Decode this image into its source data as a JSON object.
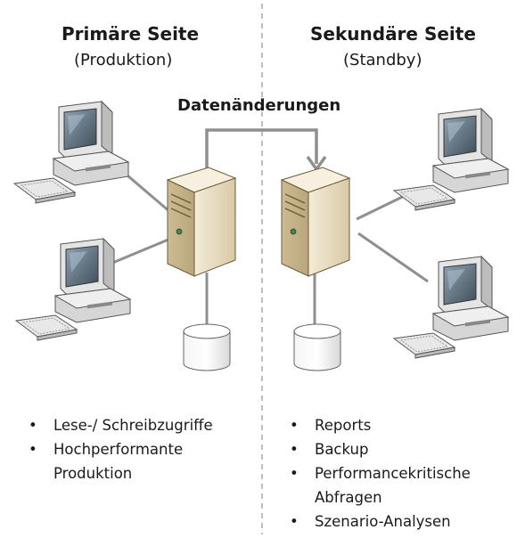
{
  "primary": {
    "title": "Primäre Seite",
    "subtitle": "(Produktion)",
    "bullets": [
      "Lese-/ Schreibzugriffe",
      "Hochperformante",
      "Produktion"
    ]
  },
  "secondary": {
    "title": "Sekundäre Seite",
    "subtitle": "(Standby)",
    "bullets": [
      "Reports",
      "Backup",
      "Performancekritische",
      "Abfragen",
      "Szenario-Analysen"
    ]
  },
  "arrow_label": "Datenänderungen",
  "colors": {
    "line": "#8f8f8f",
    "divider": "#9a9a9a",
    "server": "#e8dcc2",
    "monitor_case": "#dcdcdc",
    "screen": "#5f6f7c",
    "disk": "#eeeeee"
  }
}
